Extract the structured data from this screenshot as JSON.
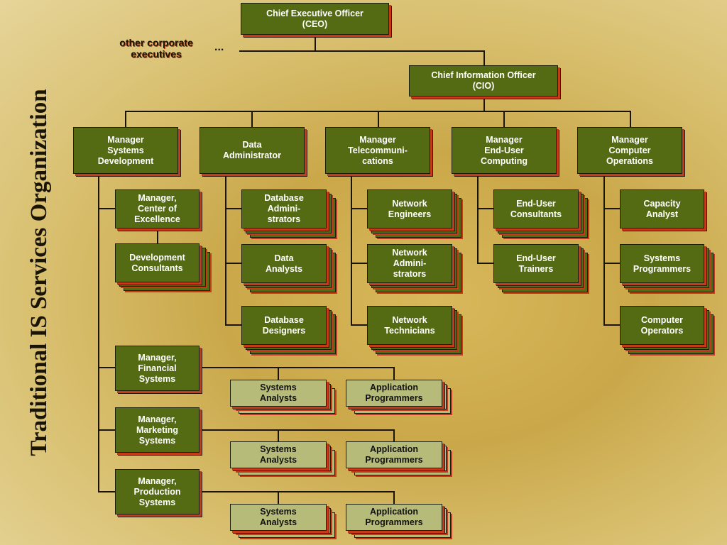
{
  "side_title": "Traditional IS Services Organization",
  "other_executives": "other corporate\nexecutives",
  "ellipsis": "...",
  "ceo": "Chief Executive Officer\n(CEO)",
  "cio": "Chief Information Officer\n(CIO)",
  "managers": {
    "sysdev": "Manager\nSystems\nDevelopment",
    "dataadmin": "Data\nAdministrator",
    "telecom": "Manager\nTelecommuni-\ncations",
    "enduser": "Manager\nEnd-User\nComputing",
    "compops": "Manager\nComputer\nOperations"
  },
  "sysdev": {
    "center_of_excellence": "Manager,\nCenter of\nExcellence",
    "dev_consultants": "Development\nConsultants",
    "financial": "Manager,\nFinancial\nSystems",
    "marketing": "Manager,\nMarketing\nSystems",
    "production": "Manager,\nProduction\nSystems",
    "systems_analysts": "Systems\nAnalysts",
    "app_programmers": "Application\nProgrammers"
  },
  "dataadmin": {
    "db_admins": "Database\nAdmini-\nstrators",
    "data_analysts": "Data\nAnalysts",
    "db_designers": "Database\nDesigners"
  },
  "telecom": {
    "net_engineers": "Network\nEngineers",
    "net_admins": "Network\nAdmini-\nstrators",
    "net_technicians": "Network\nTechnicians"
  },
  "enduser": {
    "consultants": "End-User\nConsultants",
    "trainers": "End-User\nTrainers"
  },
  "compops": {
    "capacity": "Capacity\nAnalyst",
    "sys_programmers": "Systems\nProgrammers",
    "operators": "Computer\nOperators"
  },
  "colors": {
    "box_dark": "#556b13",
    "box_light": "#b7bb7a",
    "shadow_red": "#c43a1a",
    "line": "#1a1405"
  }
}
